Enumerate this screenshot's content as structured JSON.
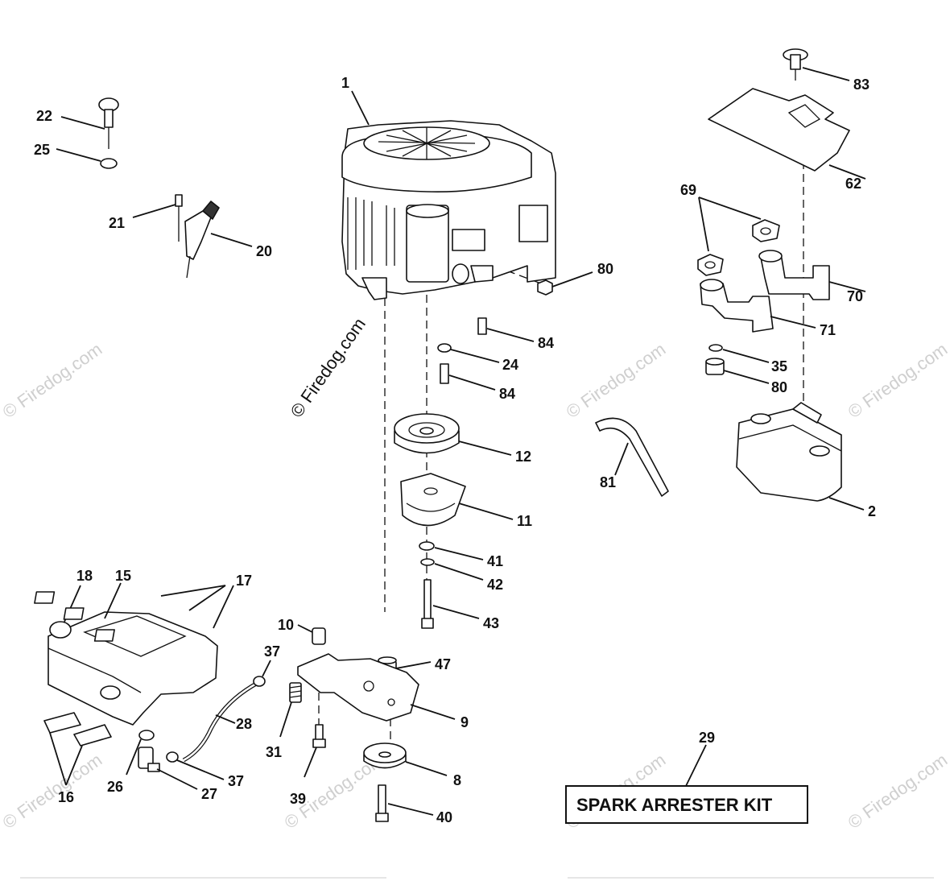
{
  "watermark": {
    "main": "© Firedog.com",
    "repeat": "© Firedog.com"
  },
  "kit_box": {
    "number": "29",
    "text": "SPARK ARRESTER KIT"
  },
  "labels": {
    "p1": "1",
    "p2": "2",
    "p8": "8",
    "p9": "9",
    "p10": "10",
    "p11": "11",
    "p12": "12",
    "p15": "15",
    "p16": "16",
    "p17": "17",
    "p18": "18",
    "p20": "20",
    "p21": "21",
    "p22": "22",
    "p24": "24",
    "p25": "25",
    "p26": "26",
    "p27": "27",
    "p28": "28",
    "p31": "31",
    "p35": "35",
    "p37a": "37",
    "p37b": "37",
    "p39": "39",
    "p40": "40",
    "p41": "41",
    "p42": "42",
    "p43": "43",
    "p47": "47",
    "p62": "62",
    "p69": "69",
    "p70": "70",
    "p71": "71",
    "p80a": "80",
    "p80b": "80",
    "p81": "81",
    "p83": "83",
    "p84a": "84",
    "p84b": "84"
  }
}
